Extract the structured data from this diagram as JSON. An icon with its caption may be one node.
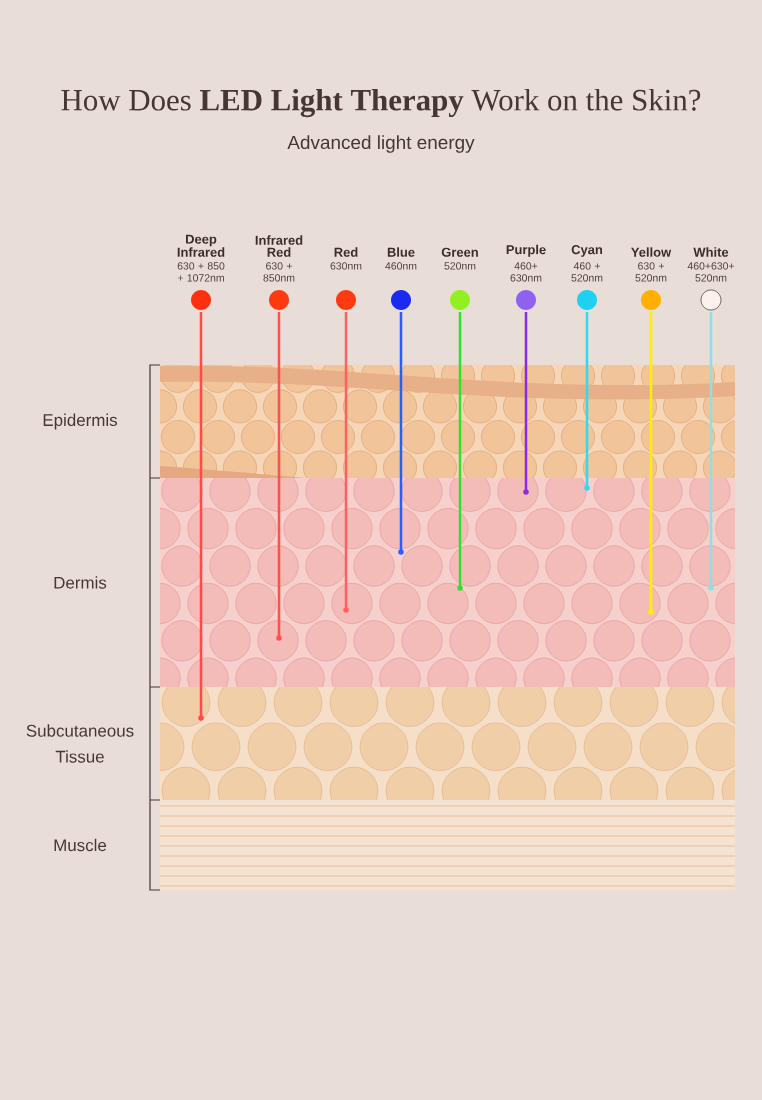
{
  "diagram": {
    "title": "How Does **LED Light Therapy** Work on the Skin?",
    "nodes": [
      {
        "text": [
          "Deep Infrared",
          "630 + 850 + 1072nm"
        ]
      },
      {
        "text": [
          "Infrared Red",
          "630 + 850nm"
        ]
      },
      {
        "text": [
          "Red",
          "630nm"
        ]
      },
      {
        "text": [
          "Blue",
          "460nm"
        ]
      },
      {
        "text": [
          "Green",
          "520nm"
        ]
      },
      {
        "text": [
          "Purple",
          "460+ 630nm"
        ]
      },
      {
        "text": [
          "Cyan",
          "460 + 520nm"
        ]
      },
      {
        "text": [
          "Yellow",
          "630 + 520nm"
        ]
      },
      {
        "text": [
          "White",
          "460+630+ 520nm"
        ]
      },
      {
        "text": [
          "Epidermis"
        ]
      },
      {
        "text": [
          "Dermis"
        ]
      },
      {
        "text": [
          "Subcutaneous Tissue"
        ]
      },
      {
        "text": [
          "Muscle"
        ]
      }
    ],
    "labels": [
      "Advanced light energy"
    ]
  }
}
